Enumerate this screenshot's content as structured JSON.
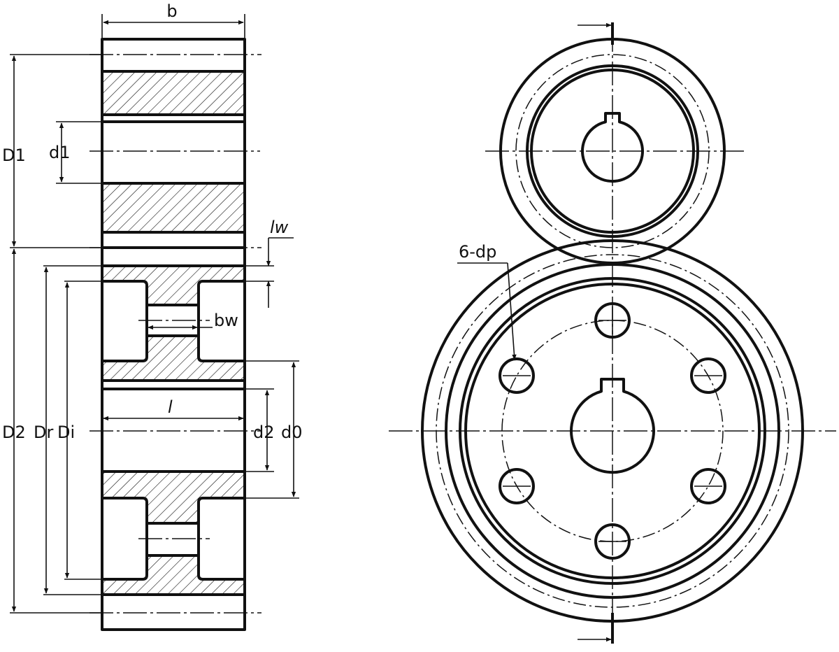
{
  "labels": {
    "b": "b",
    "D1": "D1",
    "d1": "d1",
    "lw": "lw",
    "bw": "bw",
    "l": "l",
    "d2": "d2",
    "d0": "d0",
    "D2": "D2",
    "Dr": "Dr",
    "Di": "Di",
    "holes": "6-dp"
  },
  "colors": {
    "line": "#111111",
    "background": "#ffffff"
  }
}
